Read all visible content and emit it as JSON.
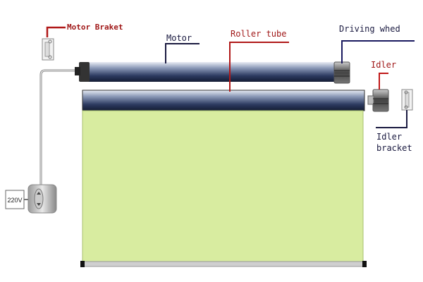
{
  "labels": {
    "motor_bracket": "Motor Braket",
    "motor": "Motor",
    "roller_tube": "Roller tube",
    "driving_wheel": "Driving whed",
    "idler": "Idler",
    "idler_bracket_line1": "Idler",
    "idler_bracket_line2": "bracket",
    "voltage": "220V"
  },
  "colors": {
    "red_label": "#a01818",
    "dark_label": "#1a1a40",
    "screen": "#d8eca0",
    "tube_dark": "#1e2a4a"
  }
}
